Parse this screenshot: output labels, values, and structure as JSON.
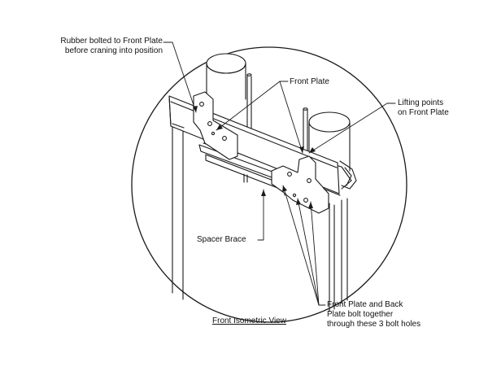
{
  "diagram": {
    "callouts": {
      "rubber_line1": "Rubber bolted to Front Plate",
      "rubber_line2": "before craning into position",
      "front_plate": "Front Plate",
      "lifting_line1": "Lifting points",
      "lifting_line2": "on Front Plate",
      "spacer_brace": "Spacer Brace",
      "bolt_line1": "Front Plate and Back",
      "bolt_line2": "Plate bolt together",
      "bolt_line3": "through these 3 bolt holes"
    },
    "caption": "Front Isometric View",
    "colors": {
      "line": "#1a1a1a",
      "background": "#ffffff"
    }
  }
}
